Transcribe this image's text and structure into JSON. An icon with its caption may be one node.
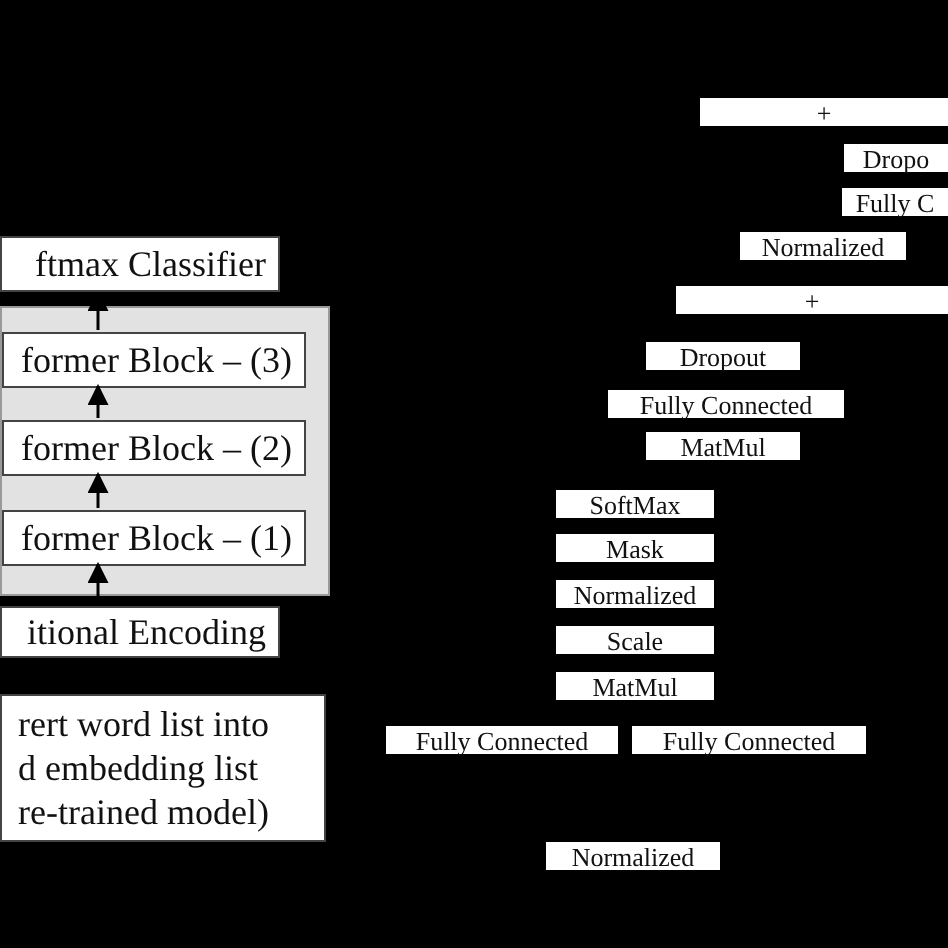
{
  "diagram": {
    "nodes": [
      {
        "text": [
          "ftmax Classifier"
        ]
      },
      {
        "text": [],
        "shape": "box"
      },
      {
        "text": [
          "former Block – (3)"
        ],
        "in": 1
      },
      {
        "text": [
          "former Block – (2)"
        ],
        "in": 1
      },
      {
        "text": [
          "former Block – (1)"
        ],
        "in": 1
      },
      {
        "text": [
          "itional Encoding"
        ]
      },
      {
        "text": [
          "rert word list into d embedding list re-trained model)"
        ]
      },
      {
        "text": [
          "+"
        ]
      },
      {
        "text": [
          "Dropo"
        ]
      },
      {
        "text": [
          "Fully C"
        ]
      },
      {
        "text": [
          "Normalized"
        ]
      },
      {
        "text": [
          "+"
        ]
      },
      {
        "text": [
          "Dropout"
        ]
      },
      {
        "text": [
          "Fully Connected"
        ]
      },
      {
        "text": [
          "MatMul"
        ]
      },
      {
        "text": [
          "SoftMax"
        ]
      },
      {
        "text": [
          "Mask"
        ]
      },
      {
        "text": [
          "Normalized"
        ]
      },
      {
        "text": [
          "Scale"
        ]
      },
      {
        "text": [
          "MatMul"
        ]
      },
      {
        "text": [
          "Fully Connected"
        ]
      },
      {
        "text": [
          "Fully Connected"
        ]
      },
      {
        "text": [
          "Normalized"
        ]
      }
    ],
    "edges": [
      {
        "from": 5,
        "to": 4,
        "arrow": "to"
      },
      {
        "from": 4,
        "to": 3,
        "arrow": "to"
      },
      {
        "from": 3,
        "to": 2,
        "arrow": "to"
      },
      {
        "from": 2,
        "to": 0,
        "arrow": "to"
      }
    ]
  }
}
